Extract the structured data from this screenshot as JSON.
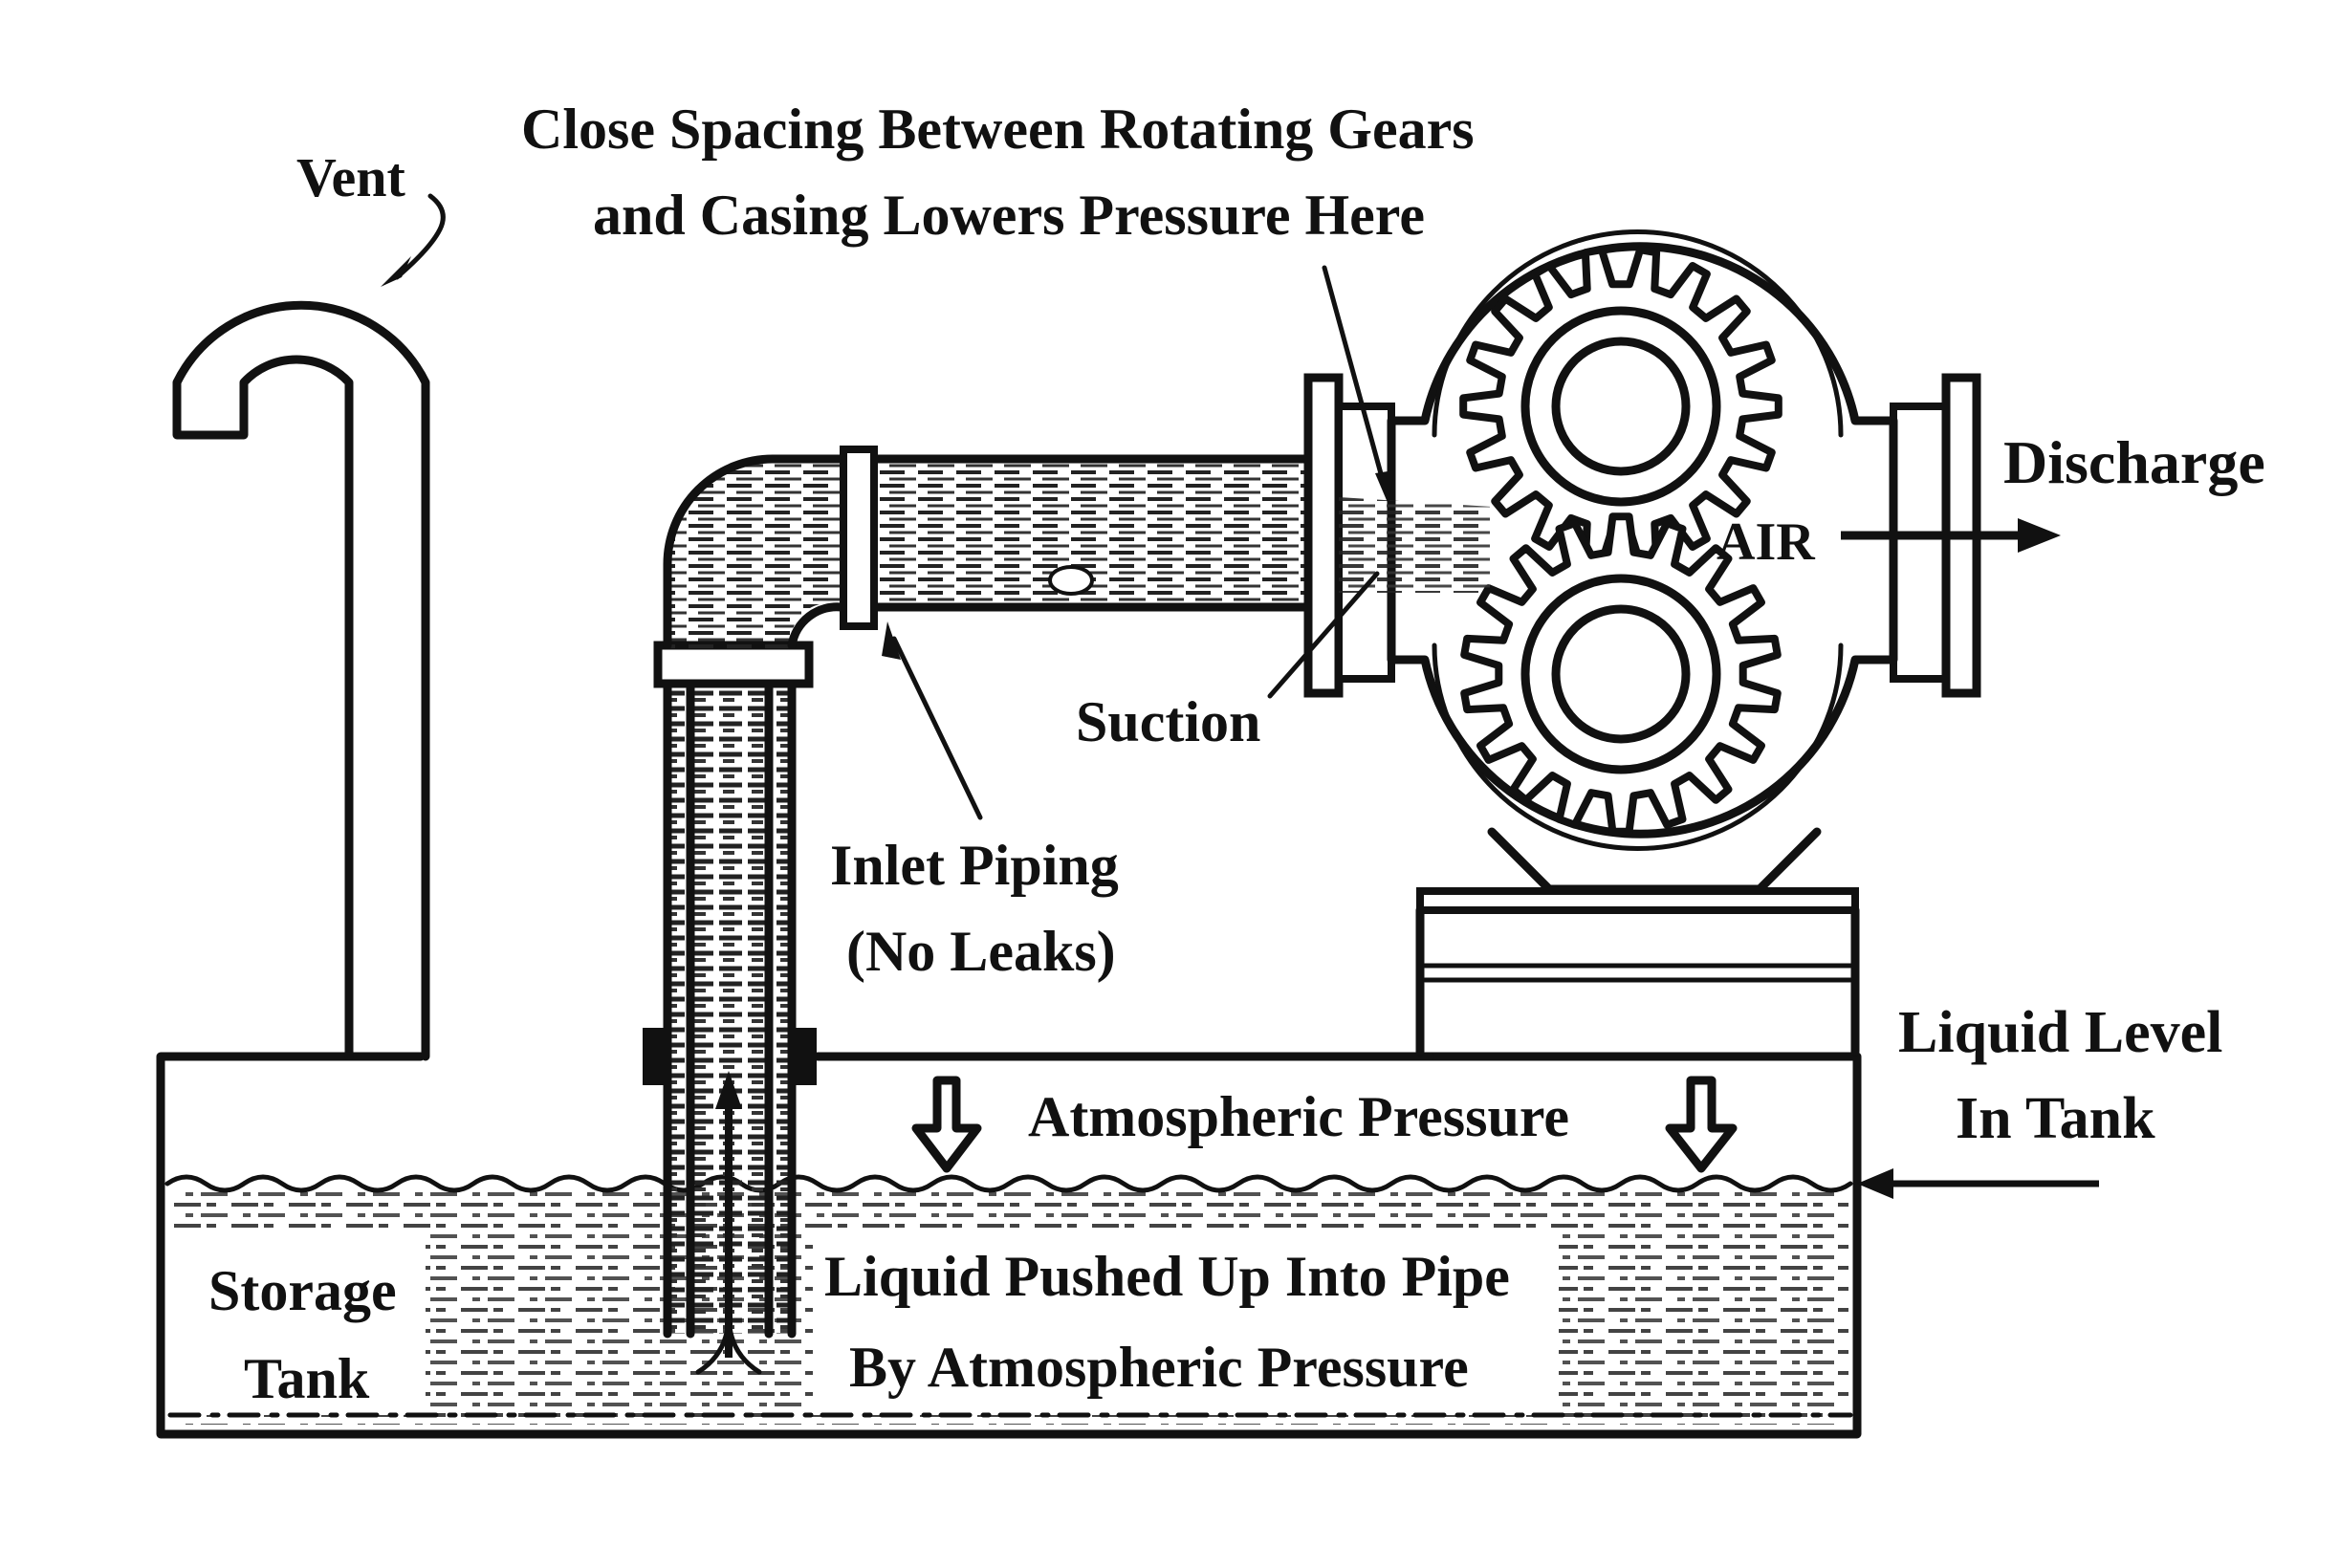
{
  "labels": {
    "vent": "Vent",
    "close_spacing_line1": "Close Spacing Between Rotating Gears",
    "close_spacing_line2": "and Casing Lowers Pressure Here",
    "discharge": "Discharge",
    "air": "AIR",
    "suction": "Suction",
    "inlet_piping_line1": "Inlet Piping",
    "inlet_piping_line2": "(No Leaks)",
    "liquid_level_line1": "Liquid Level",
    "liquid_level_line2": "In Tank",
    "atmospheric_pressure": "Atmospheric Pressure",
    "liquid_pushed_line1": "Liquid Pushed Up Into Pipe",
    "liquid_pushed_line2": "By Atmospheric Pressure",
    "storage_tank_line1": "Storage",
    "storage_tank_line2": "Tank"
  },
  "colors": {
    "ink": "#111111",
    "background": "#ffffff"
  }
}
